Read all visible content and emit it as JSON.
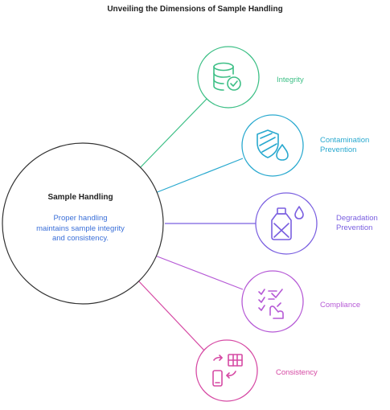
{
  "title": "Unveiling the Dimensions of Sample Handling",
  "center": {
    "title": "Sample Handling",
    "description": "Proper handling maintains sample integrity and consistency."
  },
  "branches": [
    {
      "label": "Integrity",
      "color": "#3dbf86",
      "icon": "database-check-icon"
    },
    {
      "label": "Contamination Prevention",
      "color": "#29a9cf",
      "icon": "shield-droplet-icon"
    },
    {
      "label": "Degradation Prevention",
      "color": "#7a5fe0",
      "icon": "bottle-cross-droplet-icon"
    },
    {
      "label": "Compliance",
      "color": "#b65ad6",
      "icon": "checklist-hand-icon"
    },
    {
      "label": "Consistency",
      "color": "#d64aa4",
      "icon": "phone-table-sync-icon"
    }
  ]
}
